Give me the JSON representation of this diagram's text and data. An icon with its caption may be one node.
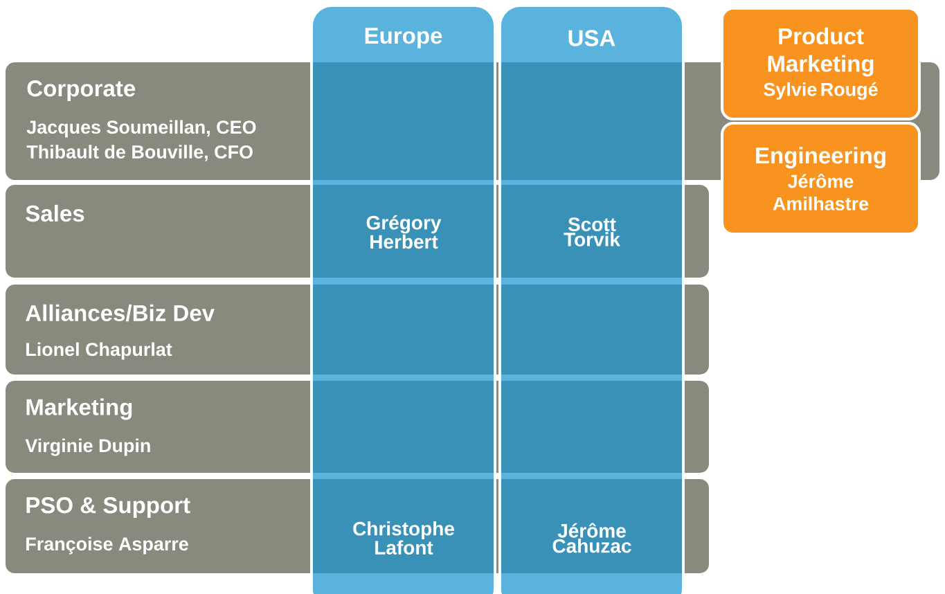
{
  "diagram": {
    "nodes": [
      {
        "text": [
          "Europe"
        ]
      },
      {
        "text": [
          "USA"
        ]
      },
      {
        "text": [
          "Corporate",
          "Jacques Soumeillan, CEO",
          "Thibault de Bouville, CFO"
        ]
      },
      {
        "text": [
          "Sales"
        ]
      },
      {
        "text": [
          "Alliances/Biz Dev",
          "Lionel Chapurlat"
        ]
      },
      {
        "text": [
          "Marketing",
          "Virginie Dupin"
        ]
      },
      {
        "text": [
          "PSO & Support",
          "Françoise Asparre"
        ]
      },
      {
        "text": [
          "Product Marketing",
          "Sylvie Rougé"
        ]
      },
      {
        "text": [
          "Engineering",
          "Jérôme Amilhastre"
        ]
      }
    ],
    "labels": [
      "Grégory Herbert",
      "Scott Torvik",
      "Christophe Lafont",
      "Jérôme Cahuzac"
    ]
  }
}
